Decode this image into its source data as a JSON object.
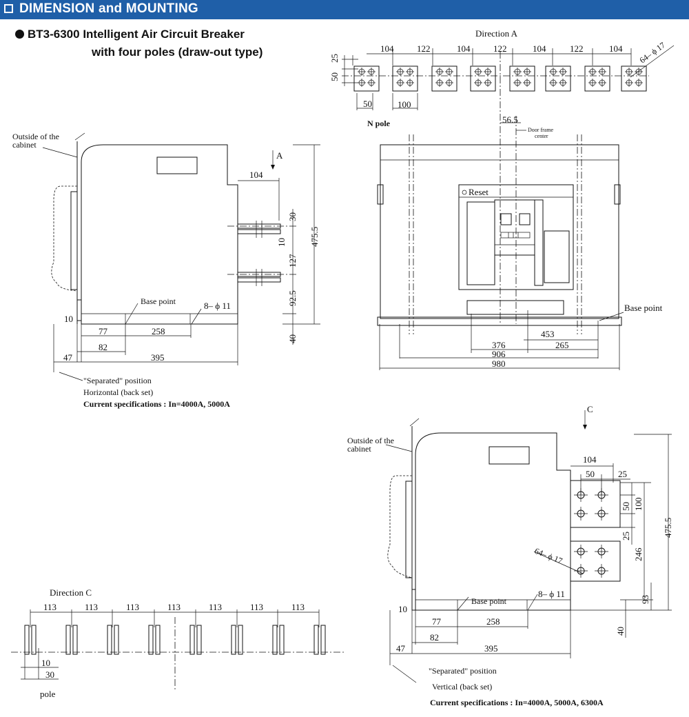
{
  "header": {
    "title": "DIMENSION and MOUNTING"
  },
  "product": {
    "line1": "BT3-6300 Intelligent Air Circuit Breaker",
    "line2": "with four poles (draw-out type)"
  },
  "direction_a": {
    "title": "Direction A",
    "spacings": [
      "104",
      "122",
      "104",
      "122",
      "104",
      "122",
      "104"
    ],
    "d25": "25",
    "d50": "50",
    "d50b": "50",
    "d100": "100",
    "holes": "64– ϕ 17",
    "npole": "N pole"
  },
  "front_view": {
    "reset": "Reset",
    "d56_5": "56.5",
    "door_frame": "Door frame",
    "door_center": "center",
    "base_point": "Base point",
    "d453": "453",
    "d376": "376",
    "d265": "265",
    "d906": "906",
    "d980": "980"
  },
  "horizontal_view": {
    "outside_1": "Outside of the",
    "outside_2": "cabinet",
    "arrow": "A",
    "d104": "104",
    "d30": "30",
    "d10": "10",
    "d127": "127",
    "d92_5": "92.5",
    "d475_5": "475.5",
    "d40": "40",
    "base_point": "Base point",
    "holes": "8– ϕ 11",
    "d10b": "10",
    "d77": "77",
    "d258": "258",
    "d82": "82",
    "d47": "47",
    "d395": "395",
    "separated": "\"Separated\" position",
    "mode": "Horizontal (back set)",
    "current": "Current specifications : In=4000A, 5000A"
  },
  "direction_c": {
    "title": "Direction C",
    "spacings": [
      "113",
      "113",
      "113",
      "113",
      "113",
      "113",
      "113"
    ],
    "d10": "10",
    "d30": "30",
    "pole": "pole"
  },
  "vertical_view": {
    "outside_1": "Outside of the",
    "outside_2": "cabinet",
    "arrow": "C",
    "d104": "104",
    "d50": "50",
    "d25": "25",
    "d50b": "50",
    "d100": "100",
    "d25b": "25",
    "d246": "246",
    "d475_5": "475.5",
    "d93": "93",
    "d40": "40",
    "holes": "64– ϕ 17",
    "base_point": "Base point",
    "holes_b": "8– ϕ 11",
    "d10": "10",
    "d77": "77",
    "d258": "258",
    "d82": "82",
    "d47": "47",
    "d395": "395",
    "separated": "\"Separated\" position",
    "mode": "Vertical (back set)",
    "current": "Current specifications : In=4000A, 5000A, 6300A"
  }
}
